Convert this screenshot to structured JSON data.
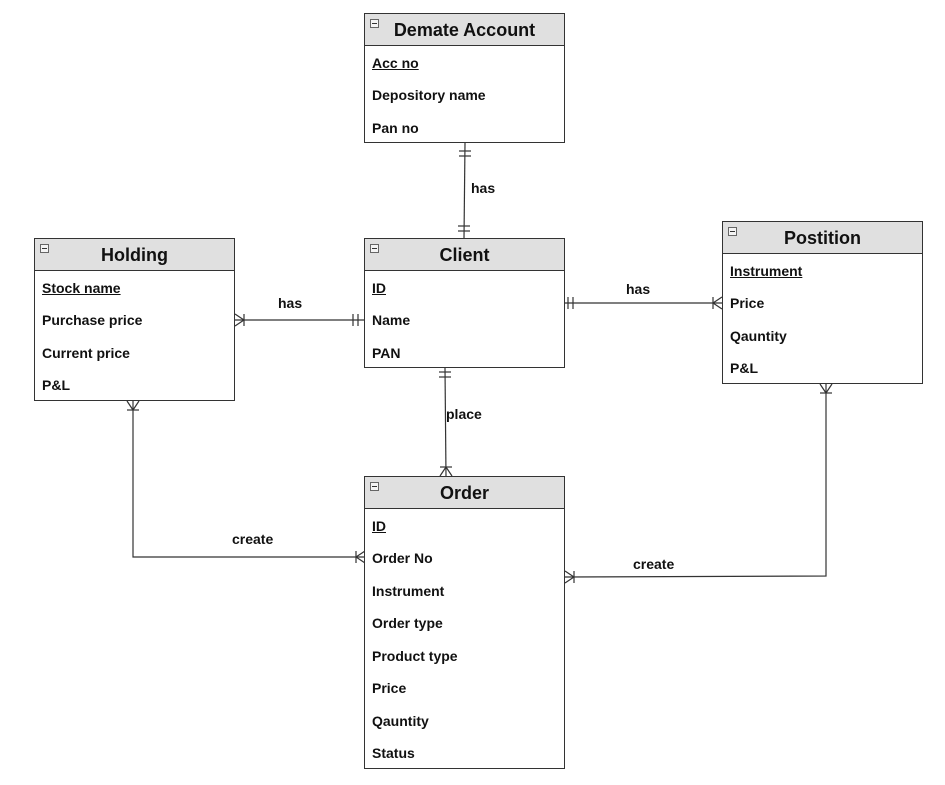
{
  "entities": {
    "demat": {
      "title": "Demate Account",
      "attributes": [
        {
          "label": "Acc no",
          "key": true
        },
        {
          "label": "Depository name",
          "key": false
        },
        {
          "label": "Pan no",
          "key": false
        }
      ]
    },
    "holding": {
      "title": "Holding",
      "attributes": [
        {
          "label": "Stock name",
          "key": true
        },
        {
          "label": "Purchase price",
          "key": false
        },
        {
          "label": "Current price",
          "key": false
        },
        {
          "label": "P&L",
          "key": false
        }
      ]
    },
    "client": {
      "title": "Client",
      "attributes": [
        {
          "label": "ID",
          "key": true
        },
        {
          "label": "Name",
          "key": false
        },
        {
          "label": "PAN",
          "key": false
        }
      ]
    },
    "position": {
      "title": "Postition",
      "attributes": [
        {
          "label": "Instrument",
          "key": true
        },
        {
          "label": "Price",
          "key": false
        },
        {
          "label": "Qauntity",
          "key": false
        },
        {
          "label": "P&L",
          "key": false
        }
      ]
    },
    "order": {
      "title": "Order",
      "attributes": [
        {
          "label": "ID",
          "key": true
        },
        {
          "label": "Order No",
          "key": false
        },
        {
          "label": "Instrument",
          "key": false
        },
        {
          "label": "Order type",
          "key": false
        },
        {
          "label": "Product type",
          "key": false
        },
        {
          "label": "Price",
          "key": false
        },
        {
          "label": "Qauntity",
          "key": false
        },
        {
          "label": "Status",
          "key": false
        }
      ]
    }
  },
  "relationships": {
    "demat_client": "has",
    "holding_client": "has",
    "client_position": "has",
    "client_order": "place",
    "holding_order": "create",
    "position_order": "create"
  },
  "colors": {
    "header": "#e0e0e0",
    "border": "#333333",
    "text": "#111111"
  }
}
